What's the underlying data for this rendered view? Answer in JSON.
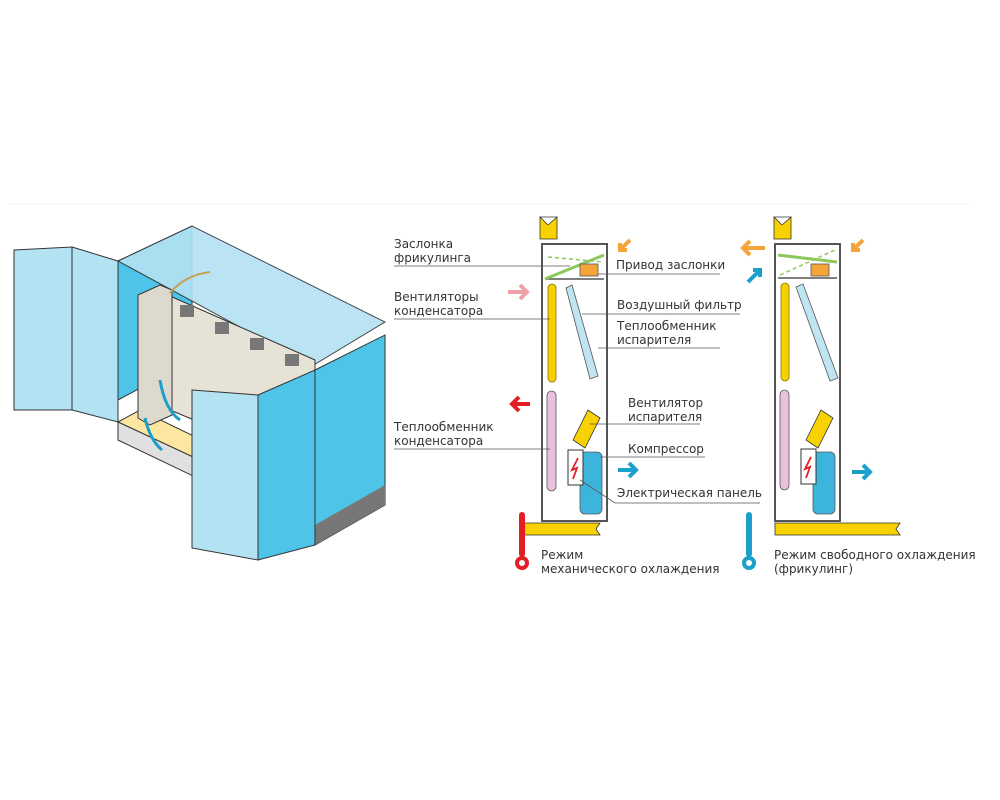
{
  "labels": {
    "damper": [
      "Заслонка",
      "фрикулинга"
    ],
    "damper_drive": "Привод заслонки",
    "condenser_fans": [
      "Вентиляторы",
      "конденсатора"
    ],
    "air_filter": "Воздушный фильтр",
    "evaporator_hx": [
      "Теплообменник",
      "испарителя"
    ],
    "evaporator_fan": [
      "Вентилятор",
      "испарителя"
    ],
    "condenser_hx": [
      "Теплообменник",
      "конденсатора"
    ],
    "compressor": "Компрессор",
    "electric_panel": "Электрическая панель"
  },
  "modes": {
    "mechanical": [
      "Режим",
      "механического охлаждения"
    ],
    "freecooling": [
      "Режим свободного охлаждения",
      "(фрикулинг)"
    ]
  },
  "colors": {
    "room_light": "#b3e2f2",
    "room_dark": "#4ec4e8",
    "yellow": "#f8d200",
    "orange": "#f5a43a",
    "blue_arrow": "#1ba0cc",
    "red": "#e31e24",
    "pink_arrow": "#f0a0a8",
    "green": "#8cc85a",
    "pink_hx": "#e8c2dc",
    "filter": "#bfe4f2",
    "compressor": "#3db4dc",
    "cabinet": "#e6e2d6",
    "floor": "#fde7a0"
  }
}
